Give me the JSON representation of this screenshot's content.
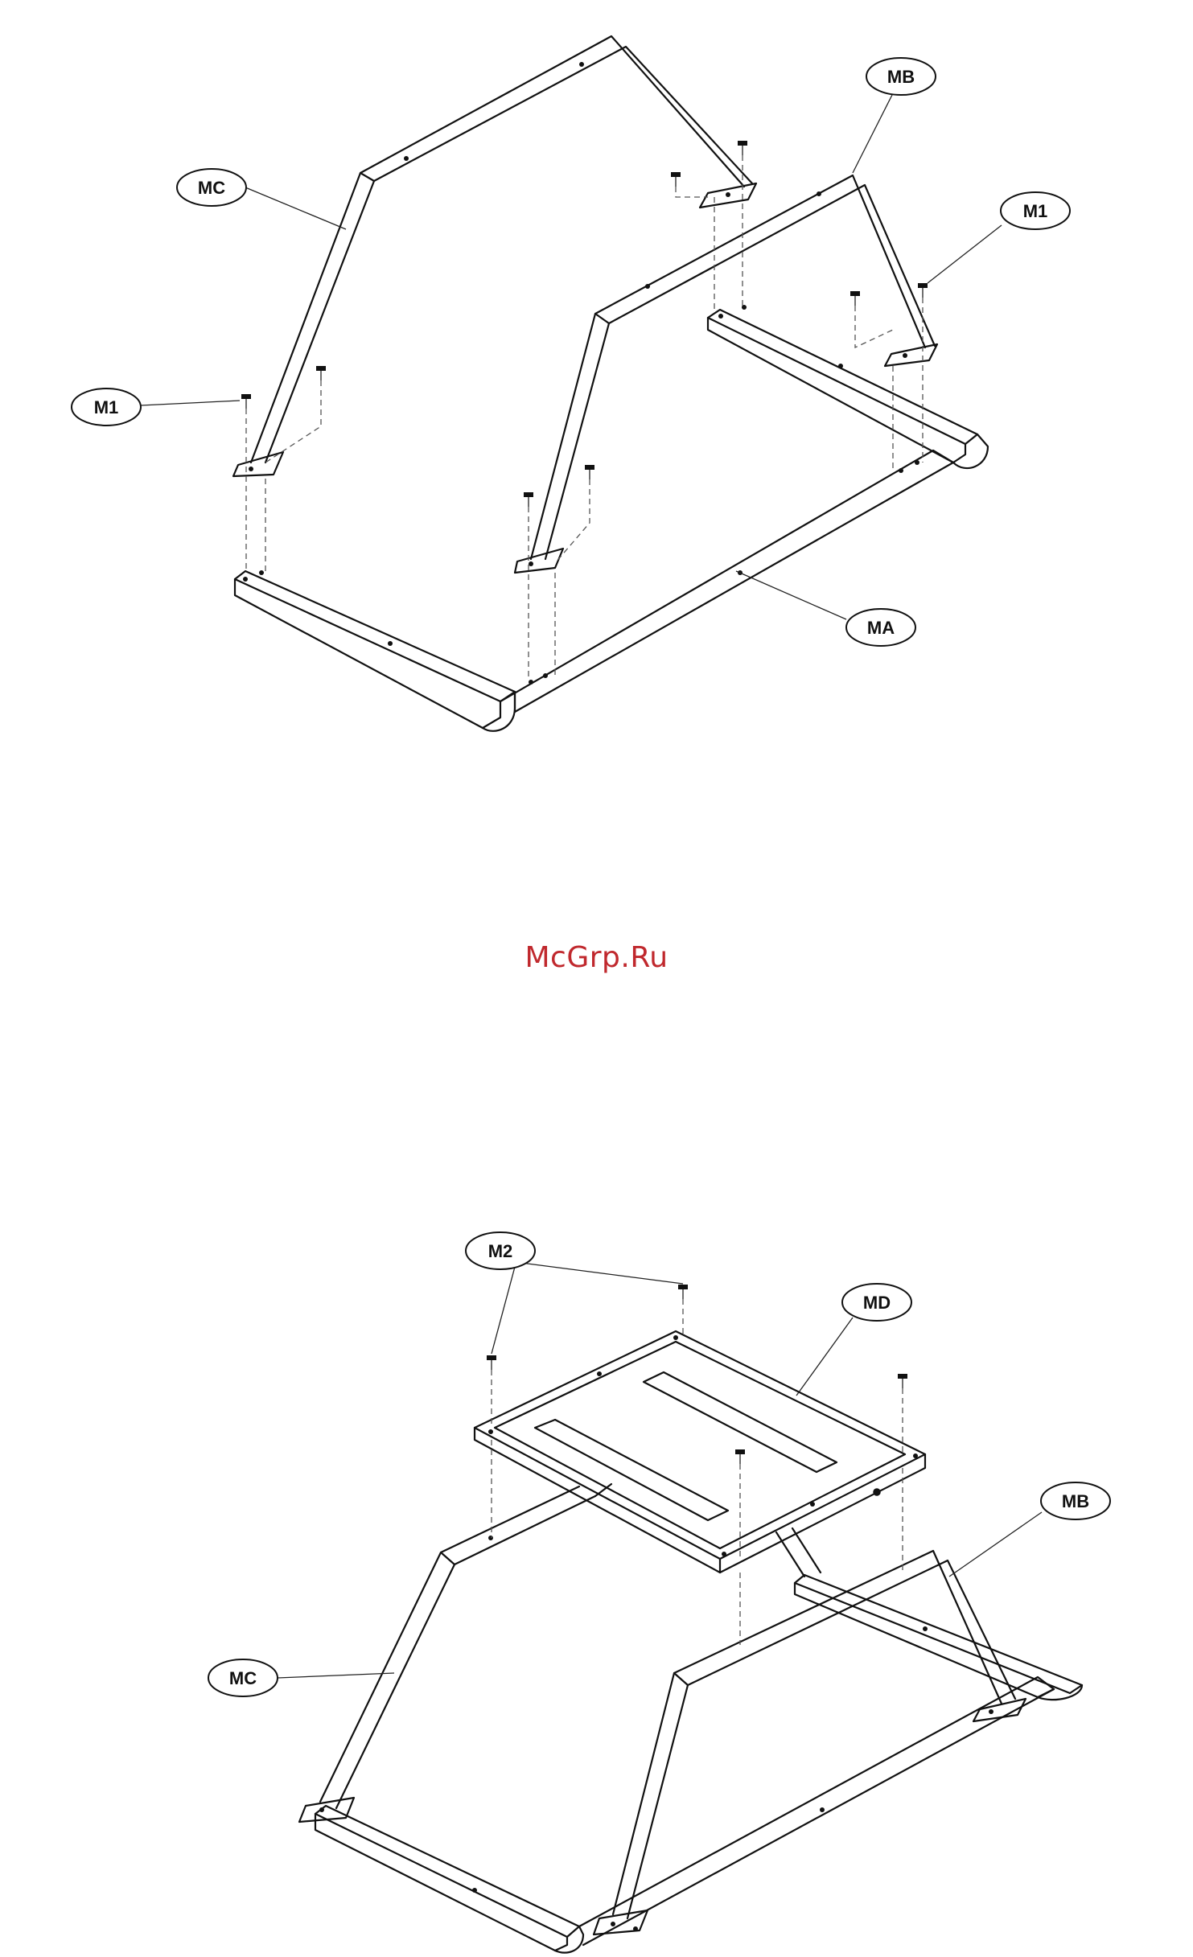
{
  "watermark": "McGrp.Ru",
  "diagram1": {
    "callouts": [
      {
        "id": "MC",
        "label": "MC"
      },
      {
        "id": "MB",
        "label": "MB"
      },
      {
        "id": "M1-right",
        "label": "M1"
      },
      {
        "id": "M1-left",
        "label": "M1"
      },
      {
        "id": "MA",
        "label": "MA"
      }
    ]
  },
  "diagram2": {
    "callouts": [
      {
        "id": "M2",
        "label": "M2"
      },
      {
        "id": "MD",
        "label": "MD"
      },
      {
        "id": "MB",
        "label": "MB"
      },
      {
        "id": "MC",
        "label": "MC"
      }
    ]
  }
}
